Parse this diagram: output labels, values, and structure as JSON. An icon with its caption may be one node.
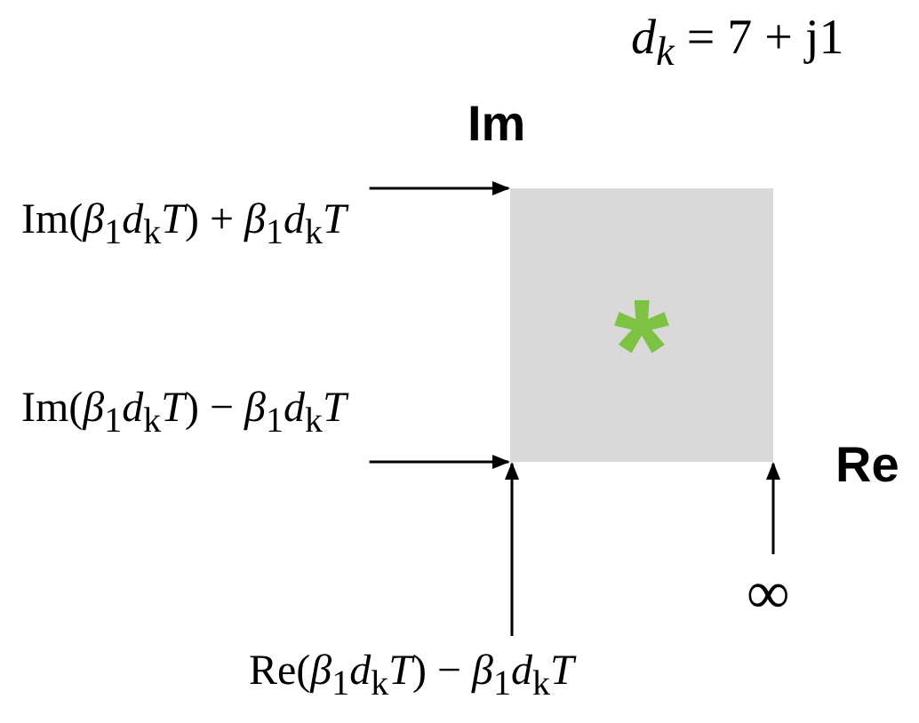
{
  "diagram": {
    "nodes": [
      {
        "text": [
          "*"
        ]
      },
      {
        "text": [
          "Im(*β*$_{1}$*d*$_{k}$*T*) + *β*$_{1}$*d*$_{k}$*T*"
        ]
      },
      {
        "text": [
          "Im(*β*$_{1}$*d*$_{k}$*T*) − *β*$_{1}$*d*$_{k}$*T*"
        ]
      },
      {
        "text": [
          "Re(*β*$_{1}$*d*$_{k}$*T*) − *β*$_{1}$*d*$_{k}$*T*"
        ]
      },
      {
        "text": [
          "∞"
        ]
      }
    ],
    "edges": [
      {
        "from": 1,
        "to": 0,
        "arrow": "to"
      },
      {
        "from": 2,
        "to": 0,
        "arrow": "to"
      },
      {
        "from": 3,
        "to": 0,
        "arrow": "to"
      },
      {
        "from": 4,
        "to": 0,
        "arrow": "to"
      }
    ],
    "labels": [
      "*d*$_{k}$ = 7 + j1",
      "Im",
      "Re"
    ]
  }
}
